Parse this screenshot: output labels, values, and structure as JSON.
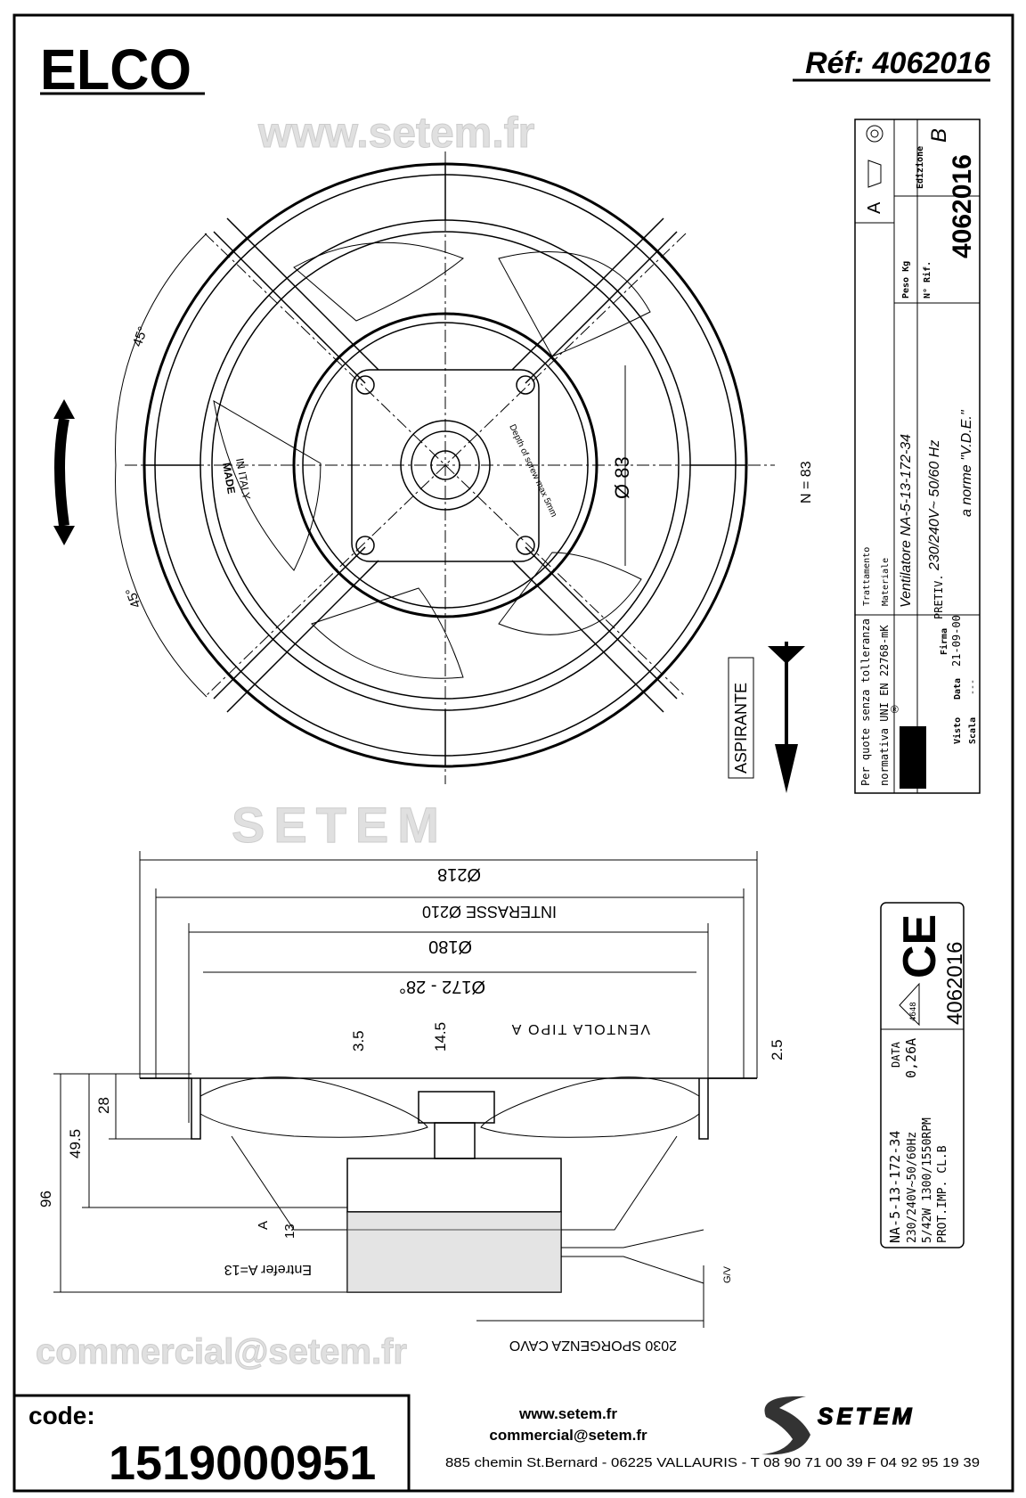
{
  "header": {
    "brand": "ELCO",
    "reference": "Réf: 4062016"
  },
  "front_view": {
    "angle_top": "45°",
    "angle_bottom": "45°",
    "diameter_label": "Ø 83",
    "n_label": "N = 83",
    "hub_text": "Depth of screw max 5mm",
    "made_in": [
      "MADE",
      "IN ITALY"
    ],
    "airflow_label": "ASPIRANTE"
  },
  "title_block": {
    "tolerance_line1": "Per quote senza tolleranza",
    "tolerance_line2": "normativa UNI EN 22768-mK",
    "treatment_label": "Trattamento",
    "material_label": "Materiale",
    "product": "Ventilatore NA-5-13-172-34",
    "voltage": "230/240V~  50/60 Hz",
    "norm": "a norme \"V.D.E.\"",
    "weight_label": "Peso Kg",
    "ref_label": "N° Rif.",
    "ref_number": "4062016",
    "edition_label": "Edizione",
    "edition": "B",
    "projection": "A",
    "signature_label": "Firma",
    "signature": "PRETIV.",
    "date_label": "Data",
    "date": "21-09-00",
    "checked_label": "Visto",
    "scale_label": "Scala",
    "scale": "---",
    "registered": "®"
  },
  "side_view": {
    "d218": "Ø218",
    "d210": "INTERASSE Ø210",
    "d180": "Ø180",
    "d172": "Ø172 - 28°",
    "fan_type": "VENTOLA TIPO A",
    "dim_3_5": "3.5",
    "dim_14_5": "14.5",
    "dim_2_5": "2.5",
    "dim_28": "28",
    "dim_49_5": "49.5",
    "dim_96": "96",
    "dim_13": "13",
    "dim_a": "A",
    "air_gap": "Entrefer A=13",
    "cable": "2030 SPORGENZA CAVO",
    "gv": "G/V"
  },
  "label_plate": {
    "ce": "CE",
    "approval": "4648",
    "number": "4062016",
    "lines": [
      "NA-5-13-172-34",
      "230/240V~50/60Hz",
      "5/42W   1300/1550RPM",
      "PROT.IMP.  CL.B"
    ],
    "data_label": "DATA",
    "current": "0,26A"
  },
  "footer": {
    "code_label": "code:",
    "code": "1519000951",
    "website": "www.setem.fr",
    "email": "commercial@setem.fr",
    "address": "885 chemin St.Bernard  -  06225 VALLAURIS  -  T 08 90 71 00 39   F 04 92 95 19 39",
    "logo_text": "SETEM"
  },
  "watermarks": [
    "www.setem.fr",
    "SETEM",
    "commercial@setem.fr"
  ]
}
